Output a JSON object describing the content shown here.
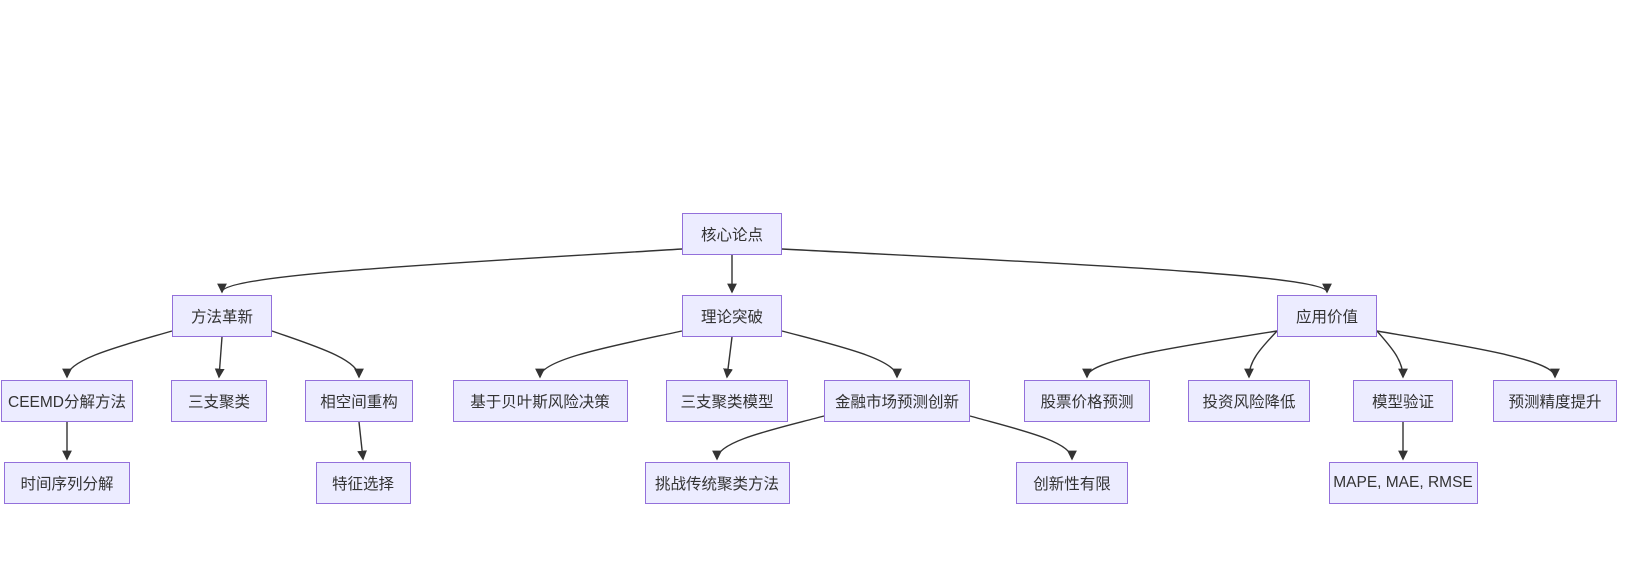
{
  "diagram": {
    "type": "flowchart-top-down",
    "nodes": {
      "core": {
        "label": "核心论点"
      },
      "method": {
        "label": "方法革新"
      },
      "theory": {
        "label": "理论突破"
      },
      "application": {
        "label": "应用价值"
      },
      "ceemd": {
        "label": "CEEMD分解方法"
      },
      "three_way": {
        "label": "三支聚类"
      },
      "phase_space": {
        "label": "相空间重构"
      },
      "bayes": {
        "label": "基于贝叶斯风险决策"
      },
      "three_model": {
        "label": "三支聚类模型"
      },
      "finance": {
        "label": "金融市场预测创新"
      },
      "stock": {
        "label": "股票价格预测"
      },
      "risk": {
        "label": "投资风险降低"
      },
      "validation": {
        "label": "模型验证"
      },
      "accuracy": {
        "label": "预测精度提升"
      },
      "timeseries": {
        "label": "时间序列分解"
      },
      "feature": {
        "label": "特征选择"
      },
      "challenge": {
        "label": "挑战传统聚类方法"
      },
      "limited": {
        "label": "创新性有限"
      },
      "metrics": {
        "label": "MAPE, MAE, RMSE"
      }
    },
    "edges": [
      {
        "from": "core",
        "to": "method"
      },
      {
        "from": "core",
        "to": "theory"
      },
      {
        "from": "core",
        "to": "application"
      },
      {
        "from": "method",
        "to": "ceemd"
      },
      {
        "from": "method",
        "to": "three_way"
      },
      {
        "from": "method",
        "to": "phase_space"
      },
      {
        "from": "theory",
        "to": "bayes"
      },
      {
        "from": "theory",
        "to": "three_model"
      },
      {
        "from": "theory",
        "to": "finance"
      },
      {
        "from": "application",
        "to": "stock"
      },
      {
        "from": "application",
        "to": "risk"
      },
      {
        "from": "application",
        "to": "validation"
      },
      {
        "from": "application",
        "to": "accuracy"
      },
      {
        "from": "ceemd",
        "to": "timeseries"
      },
      {
        "from": "phase_space",
        "to": "feature"
      },
      {
        "from": "finance",
        "to": "challenge"
      },
      {
        "from": "finance",
        "to": "limited"
      },
      {
        "from": "validation",
        "to": "metrics"
      }
    ],
    "colors": {
      "node_fill": "#ECECFF",
      "node_border": "#9370DB",
      "edge": "#333333",
      "text": "#333333"
    }
  }
}
